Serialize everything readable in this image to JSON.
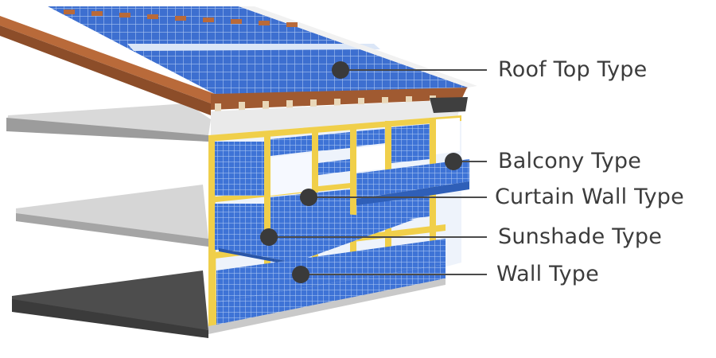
{
  "labels": {
    "roof_top": "Roof Top Type",
    "balcony": "Balcony Type",
    "curtain_wall": "Curtain Wall Type",
    "sunshade": "Sunshade Type",
    "wall": "Wall Type"
  },
  "colors": {
    "panel_blue": "#3d6fd0",
    "panel_grid": "#a9c4f0",
    "frame_yellow": "#f0cf4a",
    "roof_wood": "#b96a3a",
    "slab_grey": "#d9d9d9",
    "dark_grey": "#4a4a4a",
    "marker": "#3a3a3a",
    "line": "#4a4a4a"
  }
}
